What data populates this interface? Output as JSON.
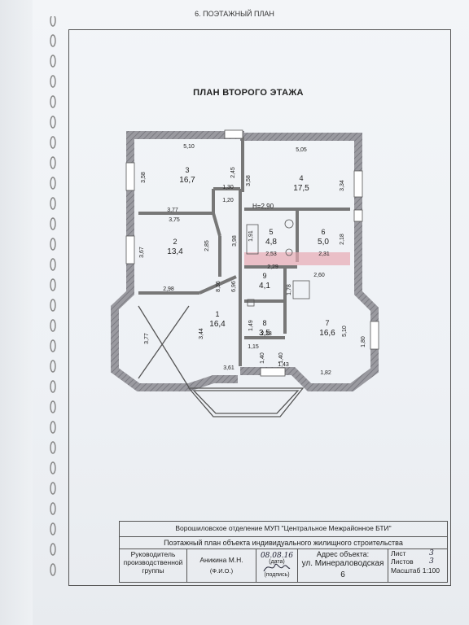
{
  "header": {
    "section": "6. ПОЭТАЖНЫЙ ПЛАН"
  },
  "plan": {
    "title": "ПЛАН ВТОРОГО ЭТАЖА",
    "height_label": "H=2,90",
    "rooms": [
      {
        "id": "3",
        "area": "16,7"
      },
      {
        "id": "4",
        "area": "17,5"
      },
      {
        "id": "2",
        "area": "13,4"
      },
      {
        "id": "5",
        "area": "4,8"
      },
      {
        "id": "6",
        "area": "5,0"
      },
      {
        "id": "9",
        "area": "4,1"
      },
      {
        "id": "1",
        "area": "16,4"
      },
      {
        "id": "8",
        "area": "3,5"
      },
      {
        "id": "7",
        "area": "16,6"
      }
    ],
    "dims": [
      "5,10",
      "5,05",
      "3,58",
      "2,45",
      "3,58",
      "3,34",
      "1,30",
      "1,20",
      "3,77",
      "3,75",
      "3,67",
      "2,85",
      "3,98",
      "1,91",
      "2,53",
      "2,18",
      "2,31",
      "2,29",
      "2,60",
      "2,98",
      "8,36",
      "6,96",
      "1,78",
      "3,77",
      "3,44",
      "1,49",
      "2,33",
      "5,10",
      "1,80",
      "1,15",
      "1,40",
      "1,40",
      "3,61",
      "1,43",
      "1,82"
    ]
  },
  "stamp": {
    "org": "Ворошиловское отделение МУП \"Центральное Межрайонное БТИ\"",
    "doc": "Поэтажный план объекта индивидуального жилищного строительства",
    "role": "Руководитель производственной группы",
    "name": "Аникина М.Н.",
    "fio": "(Ф.И.О.)",
    "date": "08.08.16",
    "date_label": "(дата)",
    "sign_label": "(подпись)",
    "address_label": "Адрес объекта:",
    "address_street": "ул. Минераловодская",
    "address_num": "6",
    "sheet_label": "Лист",
    "sheet_num": "3",
    "sheets_label": "Листов",
    "sheets_num": "3",
    "scale": "Масштаб 1:100"
  }
}
